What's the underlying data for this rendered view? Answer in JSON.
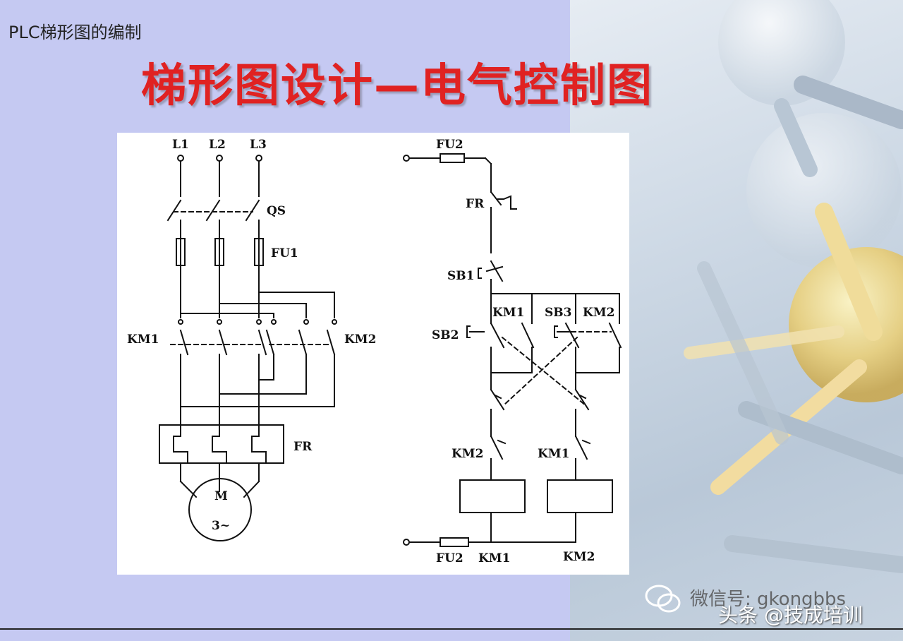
{
  "slide": {
    "label": "PLC梯形图的编制",
    "title": "梯形图设计—电气控制图"
  },
  "diagram": {
    "main_circuit": {
      "phases": [
        "L1",
        "L2",
        "L3"
      ],
      "switch": "QS",
      "fuse": "FU1",
      "contactor_fwd": "KM1",
      "contactor_rev": "KM2",
      "overload": "FR",
      "motor_top": "M",
      "motor_bottom": "3~"
    },
    "control_circuit": {
      "fuse_top": "FU2",
      "overload": "FR",
      "stop": "SB1",
      "hold_fwd": "KM1",
      "start_rev": "SB3",
      "hold_rev": "KM2",
      "start_fwd": "SB2",
      "interlock_left": "KM2",
      "interlock_right": "KM1",
      "fuse_bottom": "FU2",
      "coil_left": "KM1",
      "coil_right": "KM2"
    }
  },
  "watermark": {
    "line1": "微信号: gkongbbs",
    "line2": "头条 @技成培训"
  }
}
